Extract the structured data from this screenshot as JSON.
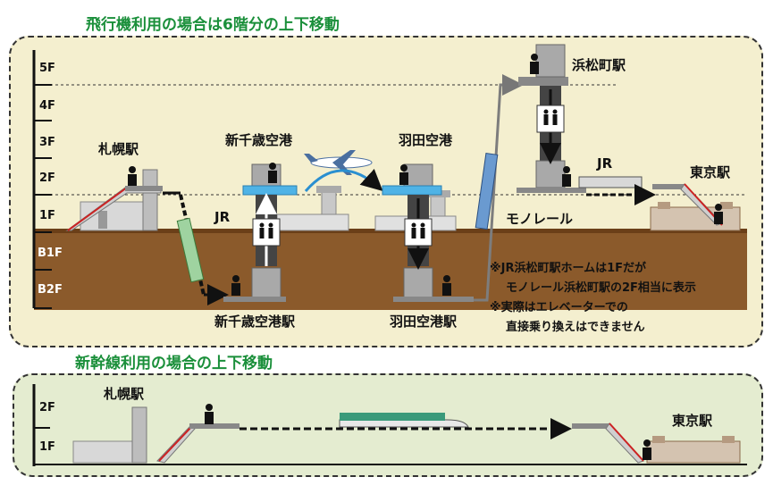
{
  "airplane_section": {
    "title": "飛行機利用の場合は6階分の上下移動",
    "floors": [
      "5F",
      "4F",
      "3F",
      "2F",
      "1F",
      "B1F",
      "B2F"
    ],
    "stations": {
      "sapporo": "札幌駅",
      "new_chitose_airport": "新千歳空港",
      "new_chitose_airport_station": "新千歳空港駅",
      "haneda_airport": "羽田空港",
      "haneda_airport_station": "羽田空港駅",
      "hamamatsucho": "浜松町駅",
      "tokyo": "東京駅"
    },
    "jr_label_1": "JR",
    "jr_label_2": "JR",
    "monorail_label": "モノレール",
    "notes": [
      "※JR浜松町駅ホームは1Fだが",
      "モノレール浜松町駅の2F相当に表示",
      "※実際はエレベーターでの",
      "直接乗り換えはできません"
    ]
  },
  "shinkansen_section": {
    "title": "新幹線利用の場合の上下移動",
    "floors": [
      "2F",
      "1F"
    ],
    "stations": {
      "sapporo": "札幌駅",
      "tokyo": "東京駅"
    }
  },
  "colors": {
    "section_title": "#1a8f3a",
    "ground": "#8b5a2b",
    "top_panel_bg": "#f4efcf",
    "bottom_panel_bg": "#e4ecd0",
    "platform_blue": "#4fb3e6",
    "escalator_red": "#cc2222",
    "monorail_track": "#5a7fb0"
  }
}
